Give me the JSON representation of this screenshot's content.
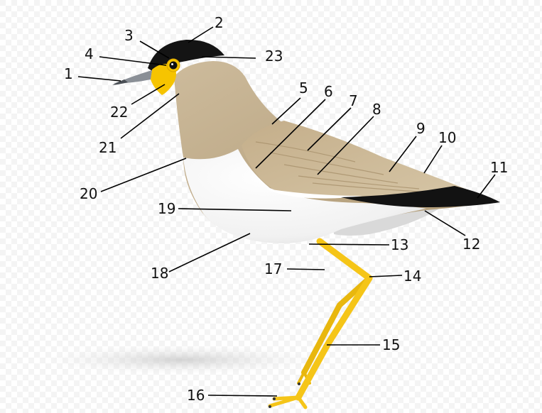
{
  "labels": [
    {
      "id": 1,
      "text": "1"
    },
    {
      "id": 2,
      "text": "2"
    },
    {
      "id": 3,
      "text": "3"
    },
    {
      "id": 4,
      "text": "4"
    },
    {
      "id": 5,
      "text": "5"
    },
    {
      "id": 6,
      "text": "6"
    },
    {
      "id": 7,
      "text": "7"
    },
    {
      "id": 8,
      "text": "8"
    },
    {
      "id": 9,
      "text": "9"
    },
    {
      "id": 10,
      "text": "10"
    },
    {
      "id": 11,
      "text": "11"
    },
    {
      "id": 12,
      "text": "12"
    },
    {
      "id": 13,
      "text": "13"
    },
    {
      "id": 14,
      "text": "14"
    },
    {
      "id": 15,
      "text": "15"
    },
    {
      "id": 16,
      "text": "16"
    },
    {
      "id": 17,
      "text": "17"
    },
    {
      "id": 18,
      "text": "18"
    },
    {
      "id": 19,
      "text": "19"
    },
    {
      "id": 20,
      "text": "20"
    },
    {
      "id": 21,
      "text": "21"
    },
    {
      "id": 22,
      "text": "22"
    },
    {
      "id": 23,
      "text": "23"
    }
  ],
  "colors": {
    "background": "#ffffff",
    "checker": "#f3f3f3",
    "crown": "#1a1a1a",
    "body_brown": "#c0ac8c",
    "wing_brown": "#bba582",
    "belly_white": "#f7f7f7",
    "legs": "#f5c518",
    "face_yellow": "#f6c400",
    "bill": "#8a8f96",
    "wing_tip": "#111111",
    "leader_lines": "#000000"
  }
}
